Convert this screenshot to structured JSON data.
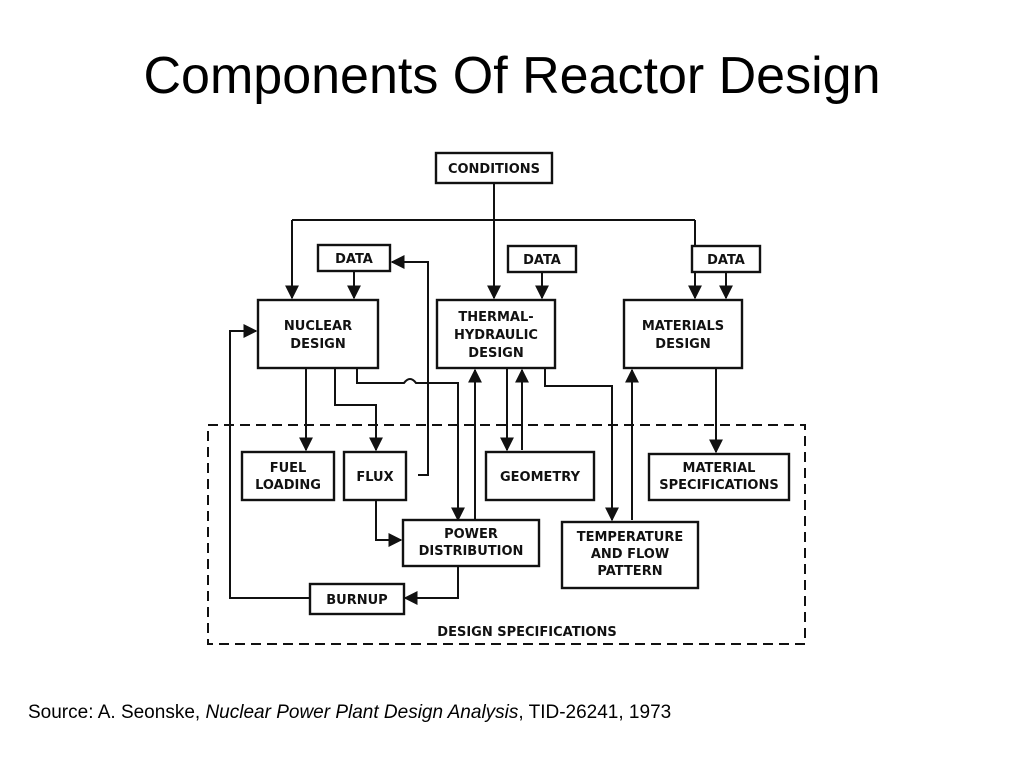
{
  "title": "Components Of Reactor Design",
  "diagram": {
    "nodes": {
      "conditions": "CONDITIONS",
      "data_1": "DATA",
      "data_2": "DATA",
      "data_3": "DATA",
      "nuclear_design": [
        "NUCLEAR",
        "DESIGN"
      ],
      "thermal_hydraulic_design": [
        "THERMAL-",
        "HYDRAULIC",
        "DESIGN"
      ],
      "materials_design": [
        "MATERIALS",
        "DESIGN"
      ],
      "fuel_loading": [
        "FUEL",
        "LOADING"
      ],
      "flux": "FLUX",
      "geometry": "GEOMETRY",
      "material_specifications": [
        "MATERIAL",
        "SPECIFICATIONS"
      ],
      "power_distribution": [
        "POWER",
        "DISTRIBUTION"
      ],
      "temperature_flow_pattern": [
        "TEMPERATURE",
        "AND FLOW",
        "PATTERN"
      ],
      "burnup": "BURNUP"
    },
    "group_label": "DESIGN SPECIFICATIONS"
  },
  "source": {
    "prefix": "Source: A. Seonske, ",
    "work": "Nuclear Power Plant Design Analysis",
    "suffix": ", TID-26241, 1973"
  }
}
